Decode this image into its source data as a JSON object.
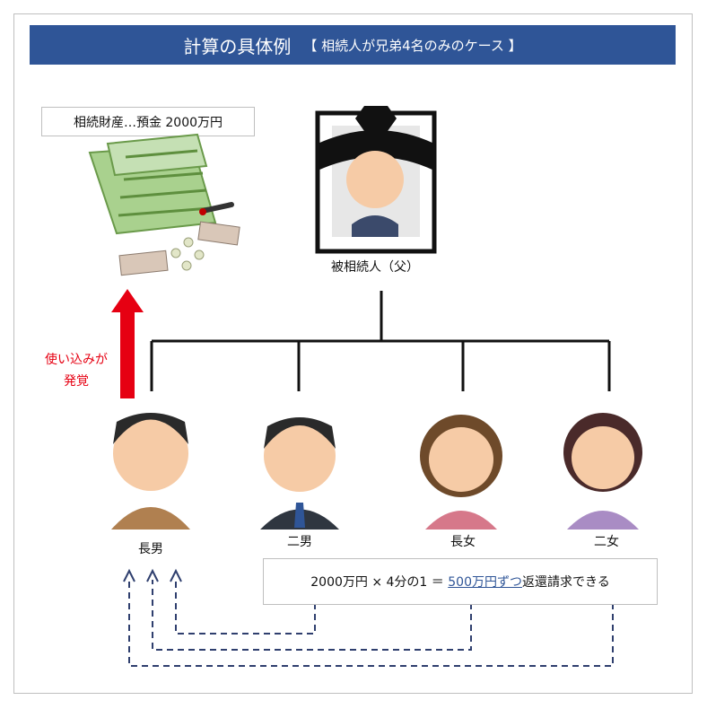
{
  "banner": {
    "title": "計算の具体例",
    "subtitle": "【 相続人が兄弟4名のみのケース 】"
  },
  "asset_label": "相続財産…預金 2000万円",
  "deceased_label": "被相続人（父）",
  "discovery_label_line1": "使い込みが",
  "discovery_label_line2": "発覚",
  "heirs": {
    "eldest_son": "長男",
    "second_son": "二男",
    "eldest_daughter": "長女",
    "second_daughter": "二女"
  },
  "formula": {
    "prefix": "2000万円 × 4分の1 ＝ ",
    "highlight": "500万円ずつ",
    "suffix": "返還請求できる"
  },
  "colors": {
    "banner": "#2f5597",
    "arrow_red": "#e60012",
    "dashed_arrow": "#2f3f6e"
  }
}
